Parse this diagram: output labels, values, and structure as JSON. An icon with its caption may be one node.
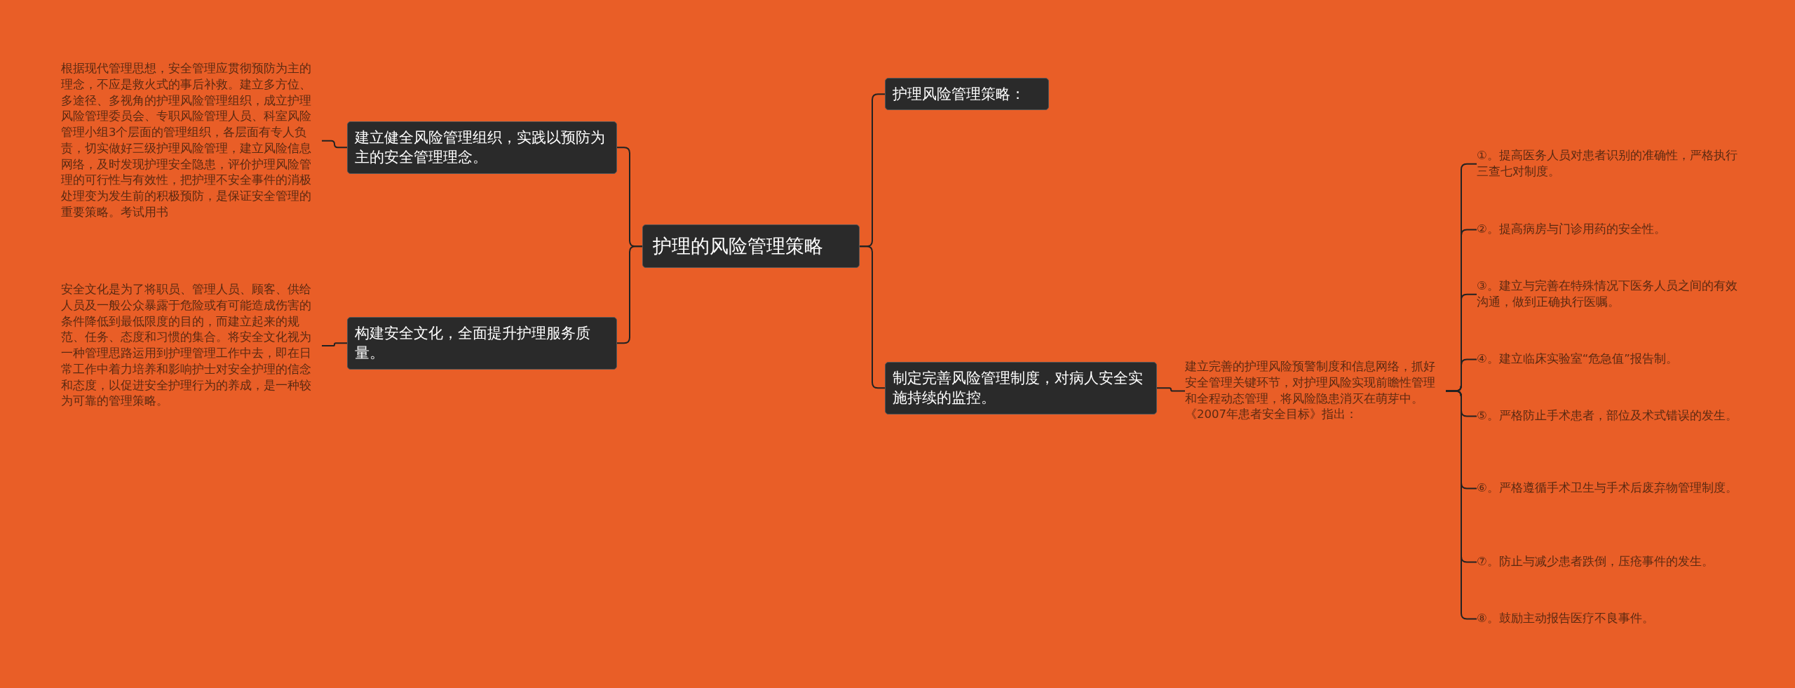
{
  "diagram": {
    "nodes": [
      {
        "text": [
          "护理的风险管理策略"
        ]
      },
      {
        "text": [
          "建立健全风险管理组织，实践以预防为主的安全管理理念。"
        ]
      },
      {
        "text": [
          "根据现代管理思想，安全管理应贯彻预防为主的理念，不应是救火式的事后补救。建立多方位、多途径、多视角的护理风险管理组织，成立护理风险管理委员会、专职风险管理人员、科室风险管理小组3个层面的管理组织，各层面有专人负责，切实做好三级护理风险管理，建立风险信息网络，及时发现护理安全隐患，评价护理风险管理的可行性与有效性，把护理不安全事件的消极处理变为发生前的积极预防，是保证安全管理的重要策略。考试用书"
        ]
      },
      {
        "text": [
          "构建安全文化，全面提升护理服务质量。"
        ]
      },
      {
        "text": [
          "安全文化是为了将职员、管理人员、顾客、供给人员及一般公众暴露于危险或有可能造成伤害的条件降低到最低限度的目的，而建立起来的规范、任务、态度和习惯的集合。将安全文化视为一种管理思路运用到护理管理工作中去，即在日常工作中着力培养和影响护士对安全护理的信念和态度，以促进安全护理行为的养成，是一种较为可靠的管理策略。"
        ]
      },
      {
        "text": [
          "护理风险管理策略："
        ]
      },
      {
        "text": [
          "制定完善风险管理制度，对病人安全实施持续的监控。"
        ]
      },
      {
        "text": [
          "建立完善的护理风险预警制度和信息网络，抓好安全管理关键环节，对护理风险实现前瞻性管理和全程动态管理，将风险隐患消灭在萌芽中。《2007年患者安全目标》指出："
        ]
      },
      {
        "text": [
          "①。提高医务人员对患者识别的准确性，严格执行三查七对制度。"
        ]
      },
      {
        "text": [
          "②。提高病房与门诊用药的安全性。"
        ]
      },
      {
        "text": [
          "③。建立与完善在特殊情况下医务人员之间的有效沟通，做到正确执行医嘱。"
        ]
      },
      {
        "text": [
          "④。建立临床实验室“危急值”报告制。"
        ]
      },
      {
        "text": [
          "⑤。严格防止手术患者，部位及术式错误的发生。"
        ]
      },
      {
        "text": [
          "⑥。严格遵循手术卫生与手术后废弃物管理制度。"
        ]
      },
      {
        "text": [
          "⑦。防止与减少患者跌倒，压疮事件的发生。"
        ]
      },
      {
        "text": [
          "⑧。鼓励主动报告医疗不良事件。"
        ]
      }
    ],
    "edges": [
      {
        "from": 0,
        "to": 1,
        "arrow": "none"
      },
      {
        "from": 1,
        "to": 2,
        "arrow": "none"
      },
      {
        "from": 0,
        "to": 3,
        "arrow": "none"
      },
      {
        "from": 3,
        "to": 4,
        "arrow": "none"
      },
      {
        "from": 0,
        "to": 5,
        "arrow": "none"
      },
      {
        "from": 0,
        "to": 6,
        "arrow": "none"
      },
      {
        "from": 6,
        "to": 7,
        "arrow": "none"
      },
      {
        "from": 7,
        "to": 8,
        "arrow": "none"
      },
      {
        "from": 7,
        "to": 9,
        "arrow": "none"
      },
      {
        "from": 7,
        "to": 10,
        "arrow": "none"
      },
      {
        "from": 7,
        "to": 11,
        "arrow": "none"
      },
      {
        "from": 7,
        "to": 12,
        "arrow": "none"
      },
      {
        "from": 7,
        "to": 13,
        "arrow": "none"
      },
      {
        "from": 7,
        "to": 14,
        "arrow": "none"
      },
      {
        "from": 7,
        "to": 15,
        "arrow": "none"
      }
    ]
  }
}
